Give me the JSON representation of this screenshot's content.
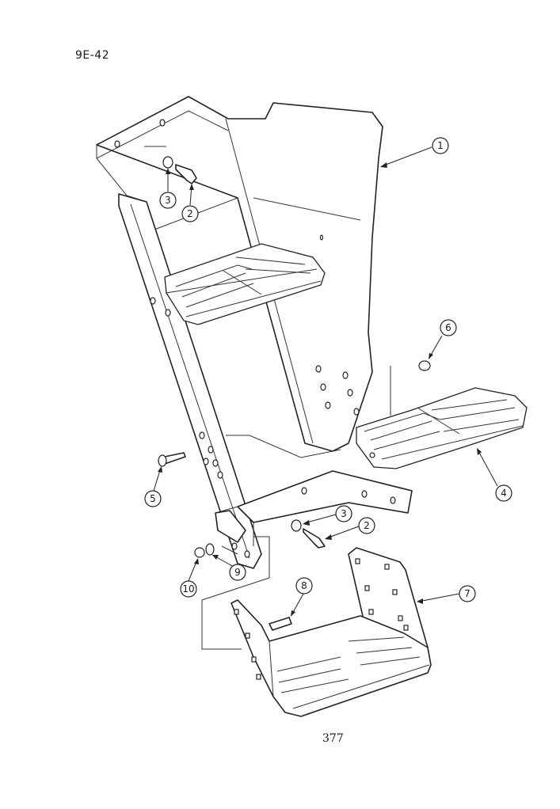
{
  "page": {
    "code": "9E-42",
    "number": "377"
  },
  "callouts": [
    {
      "id": "c1a",
      "label": "1"
    },
    {
      "id": "c2a",
      "label": "2"
    },
    {
      "id": "c3a",
      "label": "3"
    },
    {
      "id": "c4",
      "label": "4"
    },
    {
      "id": "c5",
      "label": "5"
    },
    {
      "id": "c6",
      "label": "6"
    },
    {
      "id": "c3b",
      "label": "3"
    },
    {
      "id": "c2b",
      "label": "2"
    },
    {
      "id": "c7",
      "label": "7"
    },
    {
      "id": "c8",
      "label": "8"
    },
    {
      "id": "c9",
      "label": "9"
    },
    {
      "id": "c10",
      "label": "10"
    }
  ]
}
